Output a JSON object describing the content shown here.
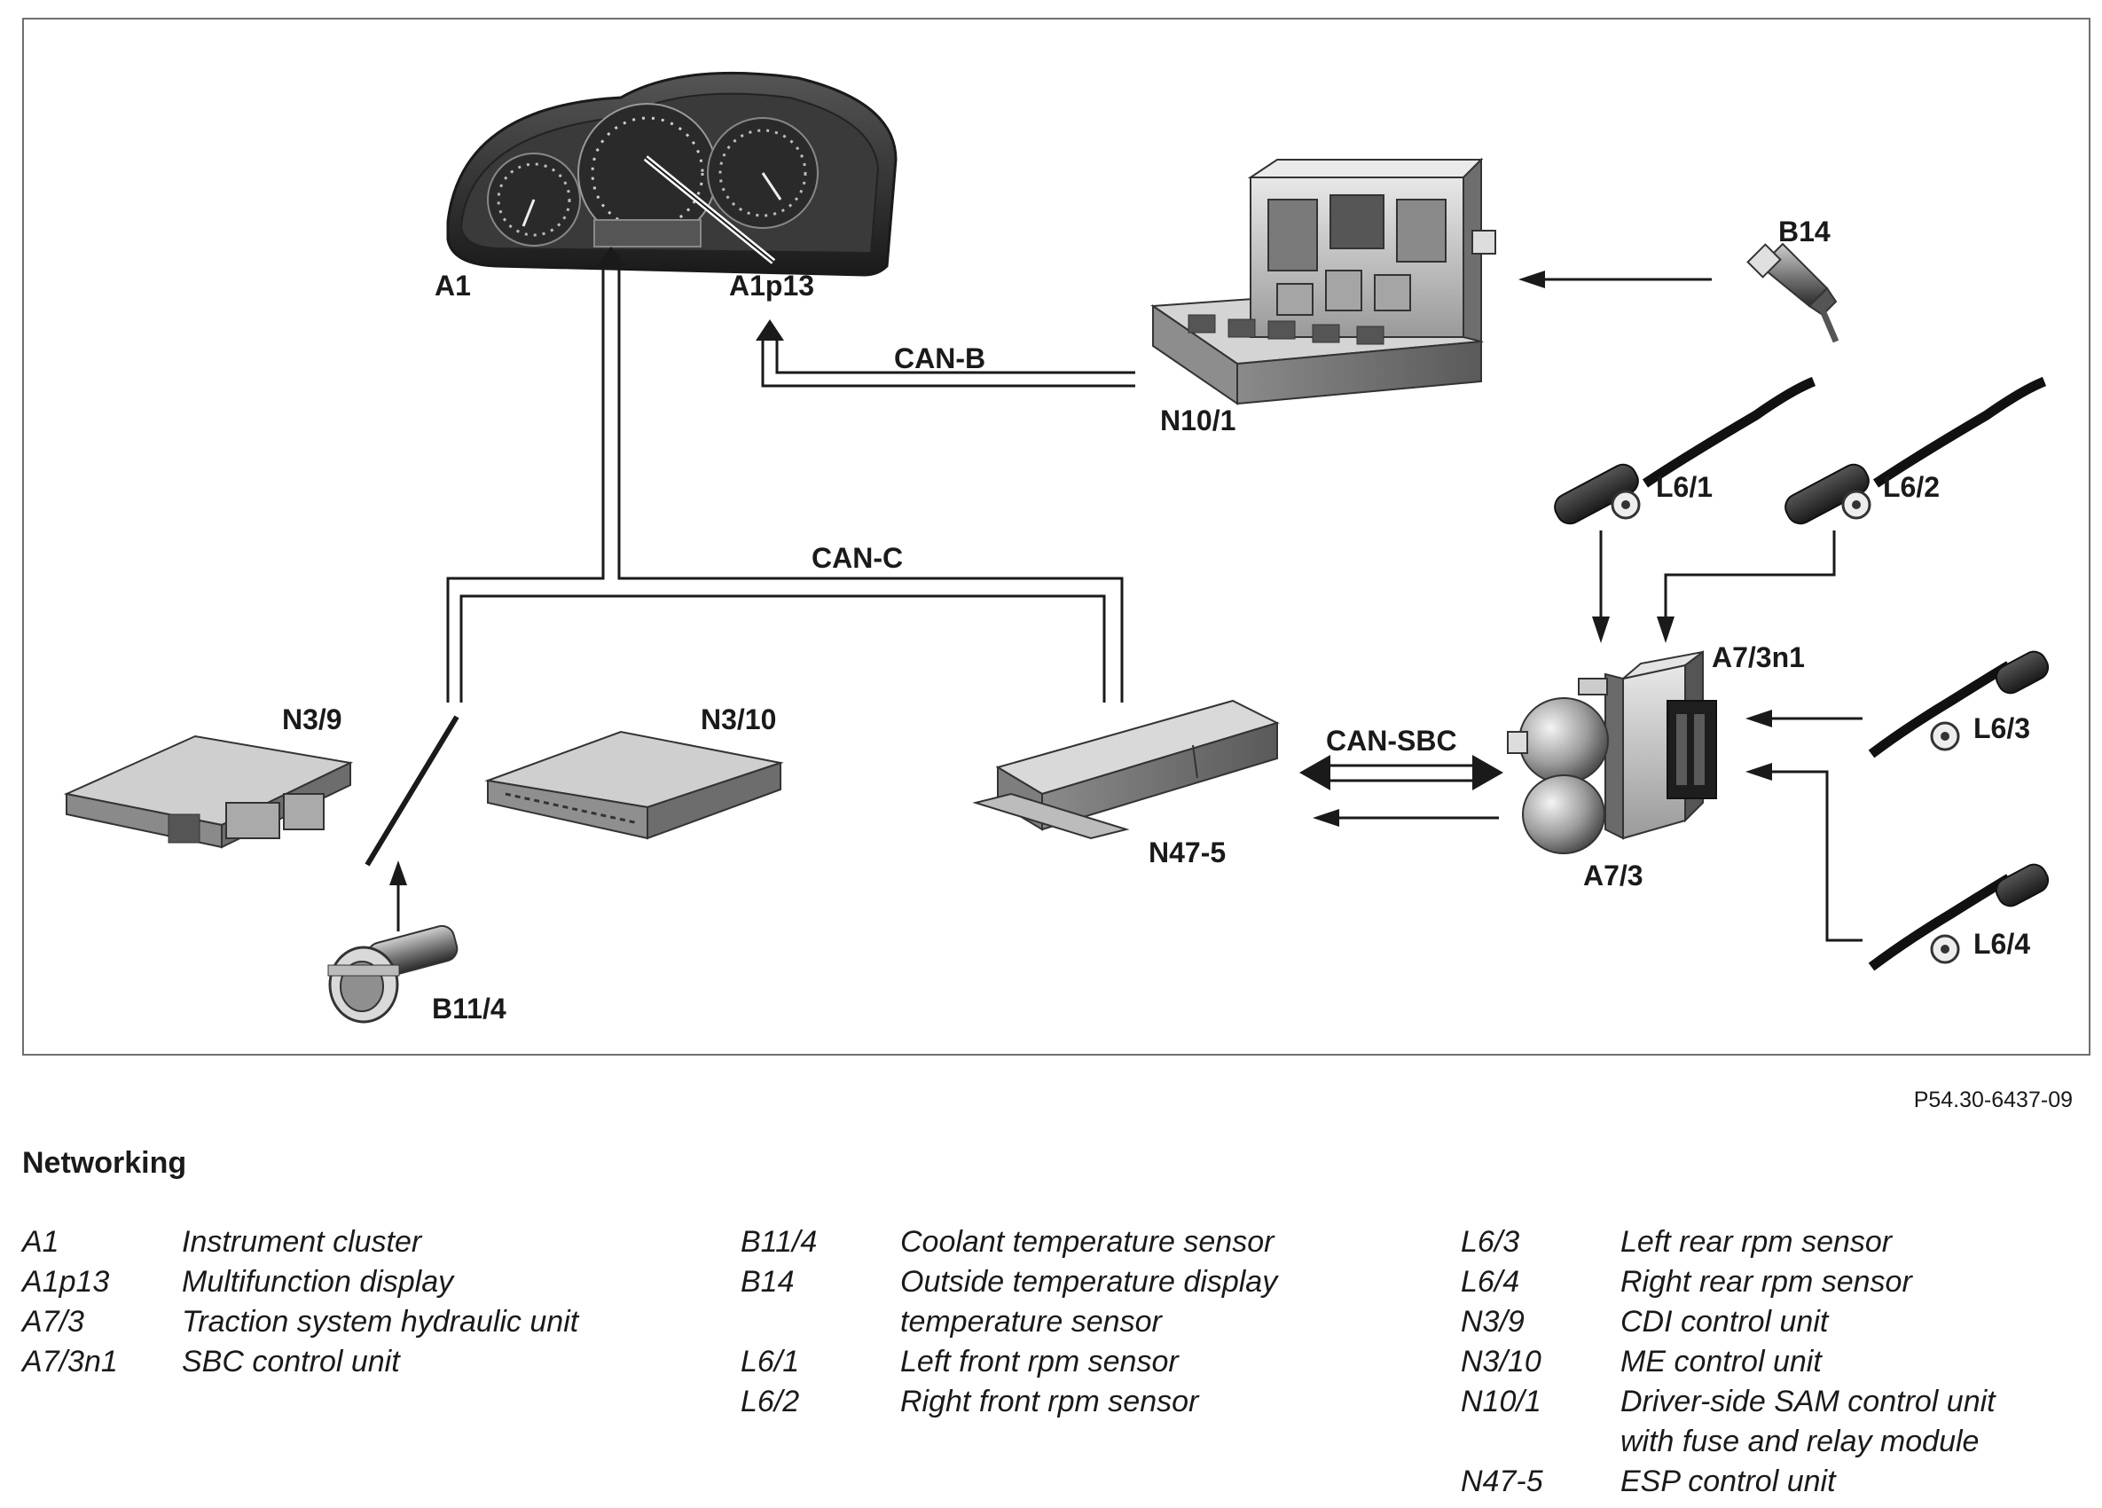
{
  "figure_ref": "P54.30-6437-09",
  "legend_title": "Networking",
  "components": {
    "a1": "A1",
    "a1p13": "A1p13",
    "n10_1": "N10/1",
    "b14": "B14",
    "l6_1": "L6/1",
    "l6_2": "L6/2",
    "l6_3": "L6/3",
    "l6_4": "L6/4",
    "a7_3n1": "A7/3n1",
    "a7_3": "A7/3",
    "n3_9": "N3/9",
    "n3_10": "N3/10",
    "n47_5": "N47-5",
    "b11_4": "B11/4"
  },
  "buses": {
    "can_b": "CAN-B",
    "can_c": "CAN-C",
    "can_sbc": "CAN-SBC"
  },
  "legend": [
    [
      {
        "code": "A1",
        "desc": "Instrument cluster"
      },
      {
        "code": "A1p13",
        "desc": "Multifunction display"
      },
      {
        "code": "A7/3",
        "desc": "Traction system hydraulic unit"
      },
      {
        "code": "A7/3n1",
        "desc": "SBC control unit"
      }
    ],
    [
      {
        "code": "B11/4",
        "desc": "Coolant temperature sensor"
      },
      {
        "code": "B14",
        "desc": "Outside temperature display",
        "desc2": "temperature sensor"
      },
      {
        "code": "L6/1",
        "desc": "Left front rpm sensor"
      },
      {
        "code": "L6/2",
        "desc": "Right front rpm sensor"
      }
    ],
    [
      {
        "code": "L6/3",
        "desc": "Left rear rpm sensor"
      },
      {
        "code": "L6/4",
        "desc": "Right rear rpm sensor"
      },
      {
        "code": "N3/9",
        "desc": "CDI control unit"
      },
      {
        "code": "N3/10",
        "desc": "ME control unit"
      },
      {
        "code": "N10/1",
        "desc": "Driver-side SAM control unit",
        "desc2": "with fuse and relay module"
      },
      {
        "code": "N47-5",
        "desc": "ESP control unit"
      }
    ]
  ]
}
